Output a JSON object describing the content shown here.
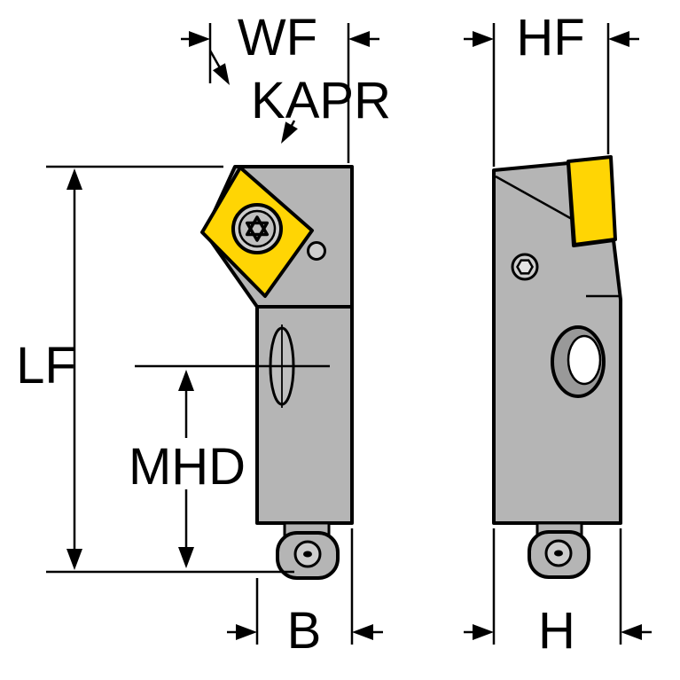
{
  "diagram": {
    "labels": {
      "wf": "WF",
      "kapr": "KAPR",
      "lf": "LF",
      "mhd": "MHD",
      "b": "B",
      "hf": "HF",
      "h": "H"
    },
    "colors": {
      "insert": "#FFD504",
      "body": "#B5B5B5",
      "body_light": "#CDCDCD",
      "outline": "#000000",
      "background": "#FFFFFF"
    }
  }
}
